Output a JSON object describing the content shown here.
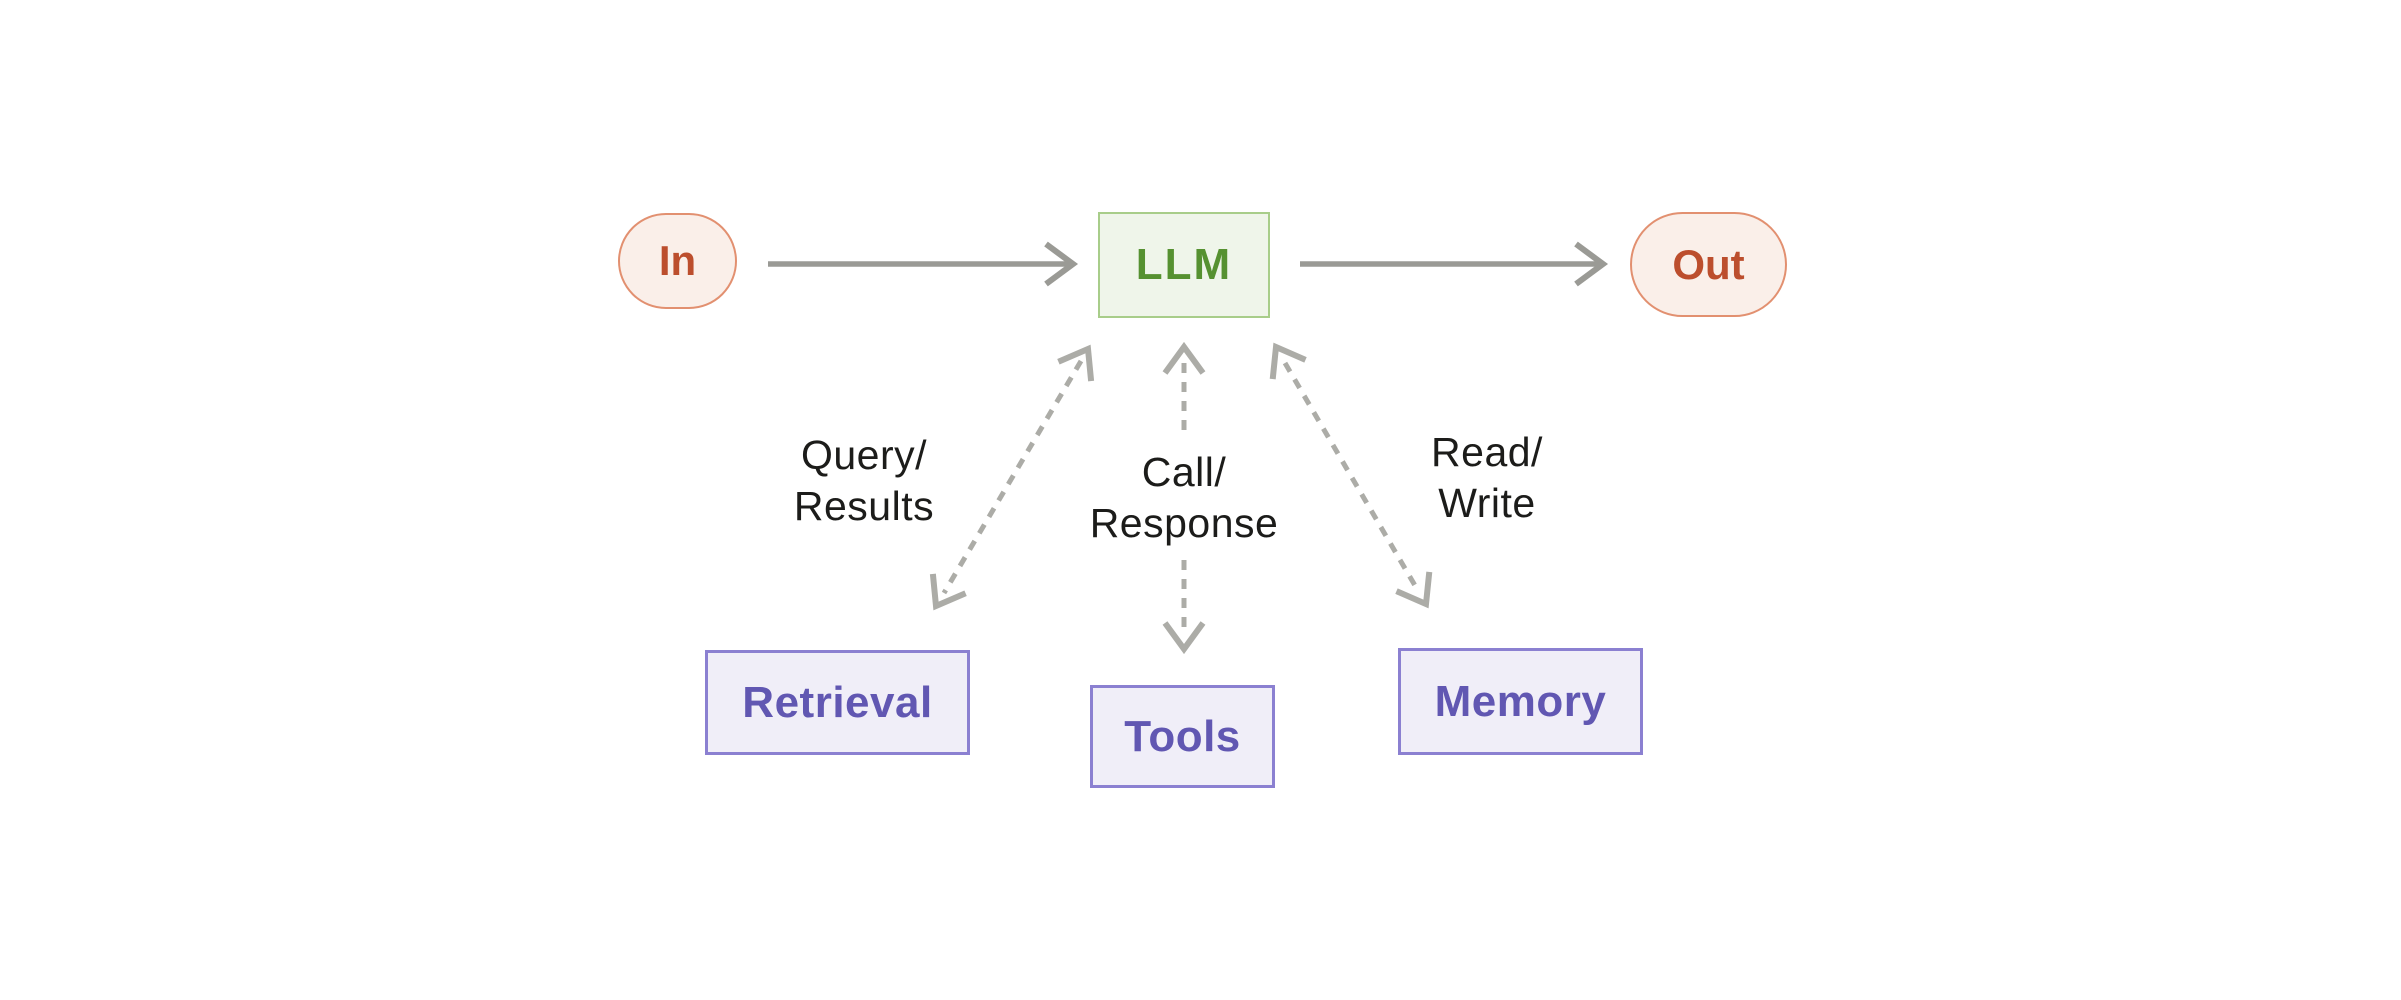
{
  "nodes": {
    "in": {
      "label": "In"
    },
    "llm": {
      "label": "LLM"
    },
    "out": {
      "label": "Out"
    },
    "retrieval": {
      "label": "Retrieval"
    },
    "tools": {
      "label": "Tools"
    },
    "memory": {
      "label": "Memory"
    }
  },
  "edge_labels": {
    "query_results": {
      "line1": "Query/",
      "line2": "Results"
    },
    "call_response": {
      "line1": "Call/",
      "line2": "Response"
    },
    "read_write": {
      "line1": "Read/",
      "line2": "Write"
    }
  },
  "colors": {
    "background": "#ffffff",
    "io_fill": "#faefe9",
    "io_border": "#e29070",
    "io_text": "#bc4e2d",
    "llm_fill": "#eff5ea",
    "llm_border": "#a8cd8a",
    "llm_text": "#569131",
    "module_fill": "#f0eef8",
    "module_border": "#8b80d1",
    "module_text": "#6157b2",
    "solid_arrow": "#9a9a95",
    "dashed_arrow": "#acaca7",
    "label_text": "#1c1c1a"
  }
}
